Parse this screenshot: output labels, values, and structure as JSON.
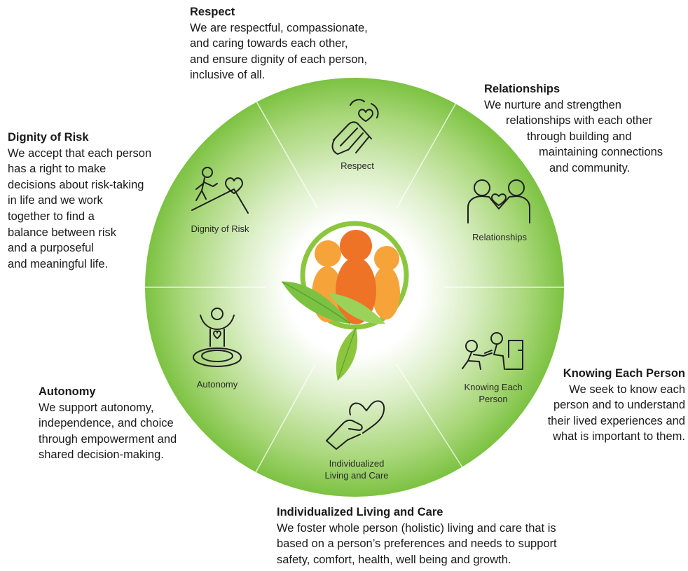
{
  "colors": {
    "wheel_edge": "#7cc242",
    "wheel_center": "#ffffff",
    "divider": "#ffffff",
    "logo_ring": "#8cc63f",
    "person_left": "#f6a33a",
    "person_center": "#ee7326",
    "person_right": "#f6a33a",
    "leaf": "#7cc242",
    "icon_stroke": "#1f1f1f"
  },
  "segments": [
    {
      "label": "Respect",
      "icon": "helping-hands-heart-icon"
    },
    {
      "label": "Relationships",
      "icon": "people-holding-heart-icon"
    },
    {
      "label": "Knowing Each Person",
      "icon": "caregiver-kneeling-icon"
    },
    {
      "label": "Individualized Living and Care",
      "icon": "hand-holding-heart-icon"
    },
    {
      "label": "Autonomy",
      "icon": "person-target-heart-icon"
    },
    {
      "label": "Dignity of Risk",
      "icon": "climber-heart-icon"
    }
  ],
  "descriptions": {
    "respect": {
      "title": "Respect",
      "lines": [
        "We are respectful, compassionate,",
        "and caring towards each other,",
        "and ensure dignity of each person,",
        "inclusive of all."
      ]
    },
    "relationships": {
      "title": "Relationships",
      "lines": [
        "We nurture and strengthen",
        "relationships with each other",
        "through building and",
        "maintaining connections",
        "and community."
      ]
    },
    "dignity": {
      "title": "Dignity of Risk",
      "lines": [
        "We accept that each person",
        "has a right to make",
        "decisions about risk-taking",
        "in life and we work",
        "together to find a",
        "balance between risk",
        "and a purposeful",
        "and meaningful life."
      ]
    },
    "autonomy": {
      "title": "Autonomy",
      "lines": [
        "We support autonomy,",
        "independence, and choice",
        "through empowerment and",
        "shared decision-making."
      ]
    },
    "knowing": {
      "title": "Knowing Each Person",
      "lines": [
        "We seek to know each",
        "person and to understand",
        "their lived experiences and",
        "what is important to them."
      ]
    },
    "individualized": {
      "title": "Individualized Living and Care",
      "lines": [
        "We foster whole person (holistic) living and care that is",
        "based on a person’s preferences and needs to support",
        "safety, comfort, health, well being and growth."
      ]
    }
  }
}
